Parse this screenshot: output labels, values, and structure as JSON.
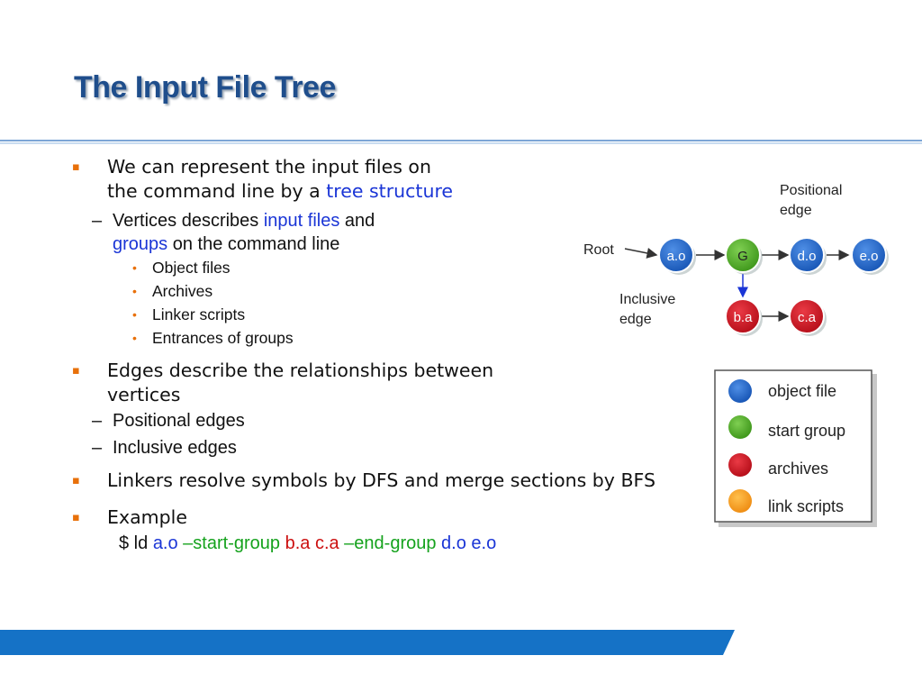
{
  "slide": {
    "title": "The Input File Tree",
    "bullets": {
      "b1": {
        "text1": "We can represent the input files on",
        "text2": "the command line by a ",
        "highlight": "tree structure"
      },
      "b1_sub1": {
        "text1": "Vertices describes ",
        "hl1": "input files",
        "text2": " and",
        "hl2": "groups",
        "text3": " on the command line"
      },
      "b1_items": [
        "Object files",
        "Archives",
        "Linker scripts",
        "Entrances of groups"
      ],
      "b2": {
        "text1": "Edges describe the relationships between",
        "text2": "vertices"
      },
      "b2_subs": [
        "Positional edges",
        "Inclusive edges"
      ],
      "b3": "Linkers resolve symbols by DFS and merge sections by BFS",
      "b4": "Example",
      "cmd": {
        "prefix": "$ ld  ",
        "p1": "a.o",
        "p2": " –start-group ",
        "p3": "b.a c.a",
        "p4": " –end-group ",
        "p5": "d.o e.o"
      }
    },
    "markers": {
      "l1": "▪",
      "l2": "–",
      "l3": "•"
    }
  },
  "diagram": {
    "root_label": "Root",
    "positional_label": [
      "Positional",
      "edge"
    ],
    "inclusive_label": [
      "Inclusive",
      "edge"
    ],
    "nodes": {
      "ao": "a.o",
      "g": "G",
      "do": "d.o",
      "eo": "e.o",
      "ba": "b.a",
      "ca": "c.a"
    }
  },
  "legend": {
    "items": [
      "object file",
      "start group",
      "archives",
      "link scripts"
    ]
  },
  "colors": {
    "object_file": "#1f63c7",
    "start_group": "#4aa623",
    "archive": "#c8141f",
    "link_script": "#f5961a",
    "title": "#1f4e8c",
    "accent_bar": "#1572c6",
    "marker": "#e8700a"
  }
}
